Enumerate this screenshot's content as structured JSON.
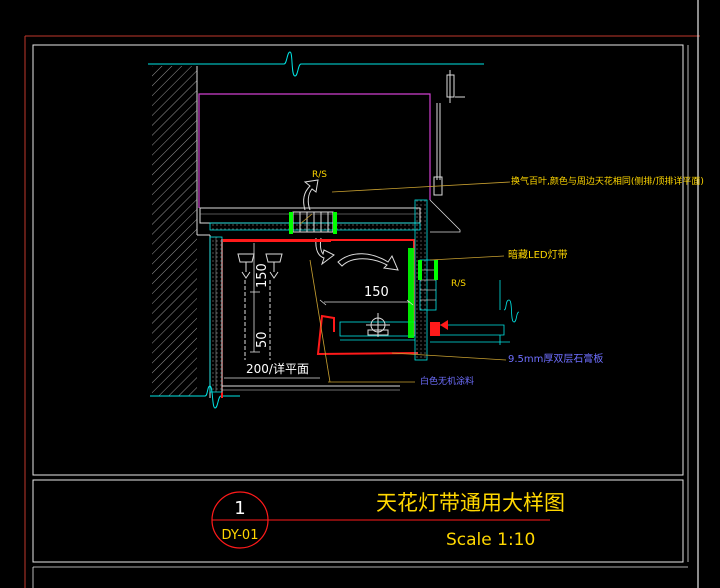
{
  "drawing": {
    "dim_150_vertical": "150",
    "dim_150_horizontal": "150",
    "dim_50": "50",
    "dim_200": "200/详平面",
    "label_rs_top": "R/S",
    "label_rs_mid": "R/S",
    "note_vent": "换气百叶,颜色与周边天花相同(侧排/顶排详平面)",
    "note_led": "暗藏LED灯带",
    "note_gypsum": "9.5mm厚双层石膏板",
    "note_paint": "白色无机涂料"
  },
  "title_block": {
    "detail_number": "1",
    "detail_code": "DY-01",
    "title": "天花灯带通用大样图",
    "scale": "Scale 1:10"
  },
  "colors": {
    "background": "#000000",
    "frame_red": "#c0392b",
    "frame_white": "#e8e8e8",
    "cyan": "#00e5e5",
    "magenta": "#d040d0",
    "green": "#00ff00",
    "yellow": "#ffd700",
    "white": "#ffffff",
    "red": "#ff1a1a",
    "blue_note": "#6f6fff",
    "hatch": "#cccccc"
  }
}
